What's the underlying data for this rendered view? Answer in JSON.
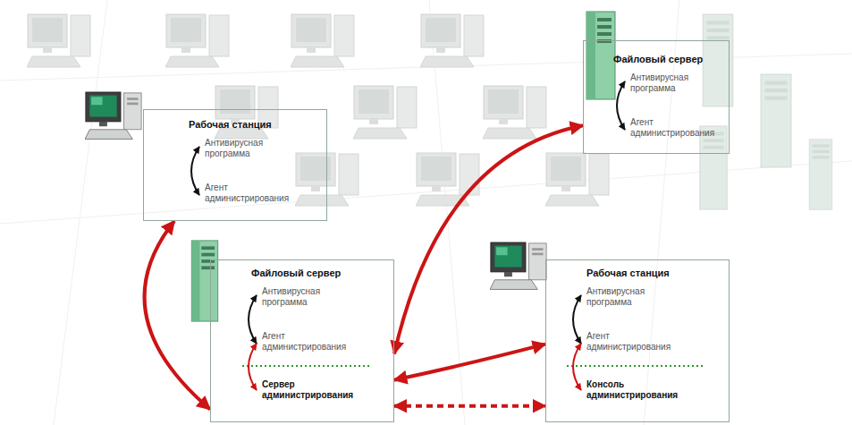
{
  "diagram": {
    "nodes": [
      {
        "text": [
          "Рабочая станция",
          "Антивирусная программа",
          "Агент администрирования"
        ]
      },
      {
        "text": [
          "Файловый сервер",
          "Антивирусная программа",
          "Агент администрирования"
        ]
      },
      {
        "text": [
          "Файловый сервер",
          "Антивирусная программа",
          "Агент администрирования",
          "Сервер администрирования"
        ]
      },
      {
        "text": [
          "Рабочая станция",
          "Антивирусная программа",
          "Агент администрирования",
          "Консоль администрирования"
        ]
      }
    ],
    "edges": [
      {
        "from": 0,
        "to": 2,
        "arrow": "both"
      },
      {
        "from": 1,
        "to": 2,
        "arrow": "both"
      },
      {
        "from": 2,
        "to": 3,
        "arrow": "both"
      },
      {
        "from": 2,
        "to": 3,
        "arrow": "both"
      }
    ]
  }
}
